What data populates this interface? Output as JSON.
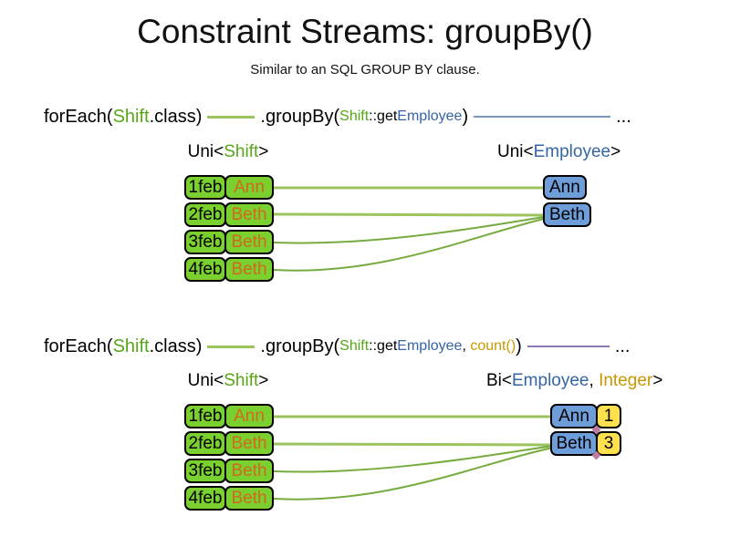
{
  "title": "Constraint Streams: groupBy()",
  "subtitle": "Similar to an SQL GROUP BY clause.",
  "colors": {
    "green_text": "#58A618",
    "green_box": "#79D02F",
    "orange_text": "#D2691E",
    "blue_text": "#3465A4",
    "blue_box": "#6E9ED9",
    "yellow_box": "#FFE14D",
    "gold_text": "#C99700",
    "line_green": "#76AC3F",
    "line_green_light": "#9BC45F",
    "line_blue": "#7B96C9",
    "line_purple": "#8E76B0",
    "diamond_pink": "#C27BA0"
  },
  "section1": {
    "code": {
      "foreach_open": "forEach(",
      "foreach_arg": "Shift",
      "foreach_close": ".class)",
      "groupby_open": ".groupBy(",
      "arg_class": "Shift",
      "arg_accessor": "::get",
      "arg_type": "Employee",
      "groupby_close": ")",
      "ellipsis": "..."
    },
    "source_label": {
      "prefix": "Uni<",
      "type": "Shift",
      "suffix": ">"
    },
    "result_label": {
      "prefix": "Uni<",
      "type": "Employee",
      "suffix": ">"
    },
    "shifts": [
      {
        "date": "1feb",
        "employee": "Ann"
      },
      {
        "date": "2feb",
        "employee": "Beth"
      },
      {
        "date": "3feb",
        "employee": "Beth"
      },
      {
        "date": "4feb",
        "employee": "Beth"
      }
    ],
    "groups": [
      {
        "employee": "Ann"
      },
      {
        "employee": "Beth"
      }
    ]
  },
  "section2": {
    "code": {
      "foreach_open": "forEach(",
      "foreach_arg": "Shift",
      "foreach_close": ".class)",
      "groupby_open": ".groupBy(",
      "arg_class": "Shift",
      "arg_accessor": "::get",
      "arg_type": "Employee",
      "arg_separator": ", ",
      "arg_collector": "count()",
      "groupby_close": ")",
      "ellipsis": "..."
    },
    "source_label": {
      "prefix": "Uni<",
      "type": "Shift",
      "suffix": ">"
    },
    "result_label": {
      "prefix": "Bi<",
      "type1": "Employee",
      "separator": ", ",
      "type2": "Integer",
      "suffix": ">"
    },
    "shifts": [
      {
        "date": "1feb",
        "employee": "Ann"
      },
      {
        "date": "2feb",
        "employee": "Beth"
      },
      {
        "date": "3feb",
        "employee": "Beth"
      },
      {
        "date": "4feb",
        "employee": "Beth"
      }
    ],
    "groups": [
      {
        "employee": "Ann",
        "count": "1"
      },
      {
        "employee": "Beth",
        "count": "3"
      }
    ]
  }
}
